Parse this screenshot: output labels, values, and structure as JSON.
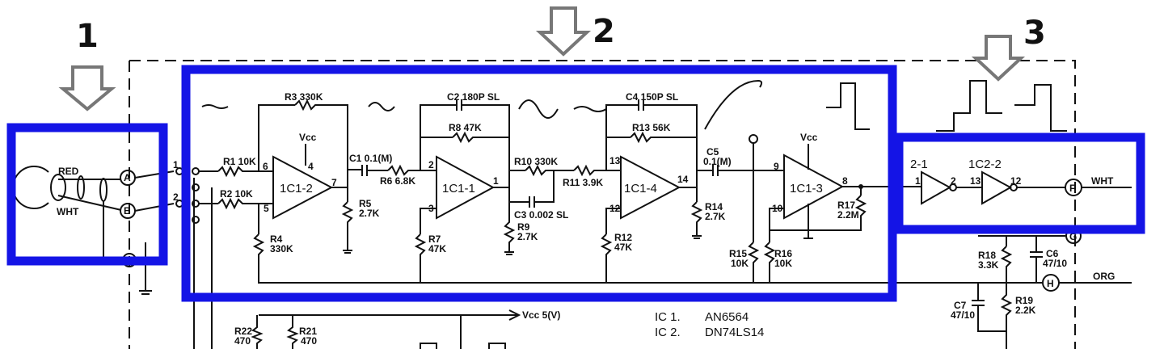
{
  "callouts": [
    "1",
    "2",
    "3"
  ],
  "highlight_color": "#1414e6",
  "labels": {
    "red": "RED",
    "wht_in": "WHT",
    "pin_a": "A",
    "pin_b": "B",
    "pin_e": "E",
    "pin_f": "F",
    "pin_g": "G",
    "pin_h": "H",
    "in1": "1",
    "in2": "2",
    "r1": "R1 10K",
    "r2": "R2 10K",
    "r3": "R3 330K",
    "r4": "R4",
    "r4v": "330K",
    "r5": "R5",
    "r5v": "2.7K",
    "r6": "R6 6.8K",
    "r7": "R7",
    "r7v": "47K",
    "r8": "R8 47K",
    "r9": "R9",
    "r9v": "2.7K",
    "r10": "R10 330K",
    "r11": "R11 3.9K",
    "r12": "R12",
    "r12v": "47K",
    "r13": "R13 56K",
    "r14": "R14",
    "r14v": "2.7K",
    "r15": "R15",
    "r15v": "10K",
    "r16": "R16",
    "r16v": "10K",
    "r17": "R17",
    "r17v": "2.2M",
    "r18": "R18",
    "r18v": "3.3K",
    "r19": "R19",
    "r19v": "2.2K",
    "r21": "R21",
    "r21v": "470",
    "r22": "R22",
    "r22v": "470",
    "c1": "C1 0.1(M)",
    "c2": "C2 180P SL",
    "c3": "C3 0.002 SL",
    "c4": "C4 150P SL",
    "c5": "C5",
    "c5v": "0.1(M)",
    "c6": "C6",
    "c6v": "47/10",
    "c7": "C7",
    "c7v": "47/10",
    "ic12": "1C1-2",
    "ic11": "1C1-1",
    "ic14": "1C1-4",
    "ic13": "1C1-3",
    "ic21_lbl": "2-1",
    "ic22_lbl": "1C2-2",
    "vcc": "Vcc",
    "vcc5": "Vcc 5(V)",
    "wht_out": "WHT",
    "org": "ORG",
    "p6": "6",
    "p5": "5",
    "p7": "7",
    "p4": "4",
    "p2": "2",
    "p3": "3",
    "p1": "1",
    "p13": "13",
    "p12": "12",
    "p14": "14",
    "p9": "9",
    "p10": "10",
    "p8": "8",
    "p11": "1",
    "p22": "2",
    "p213": "13",
    "p212": "12"
  },
  "ic_list": {
    "ic1_name": "IC 1.",
    "ic1_part": "AN6564",
    "ic2_name": "IC 2.",
    "ic2_part": "DN74LS14"
  }
}
